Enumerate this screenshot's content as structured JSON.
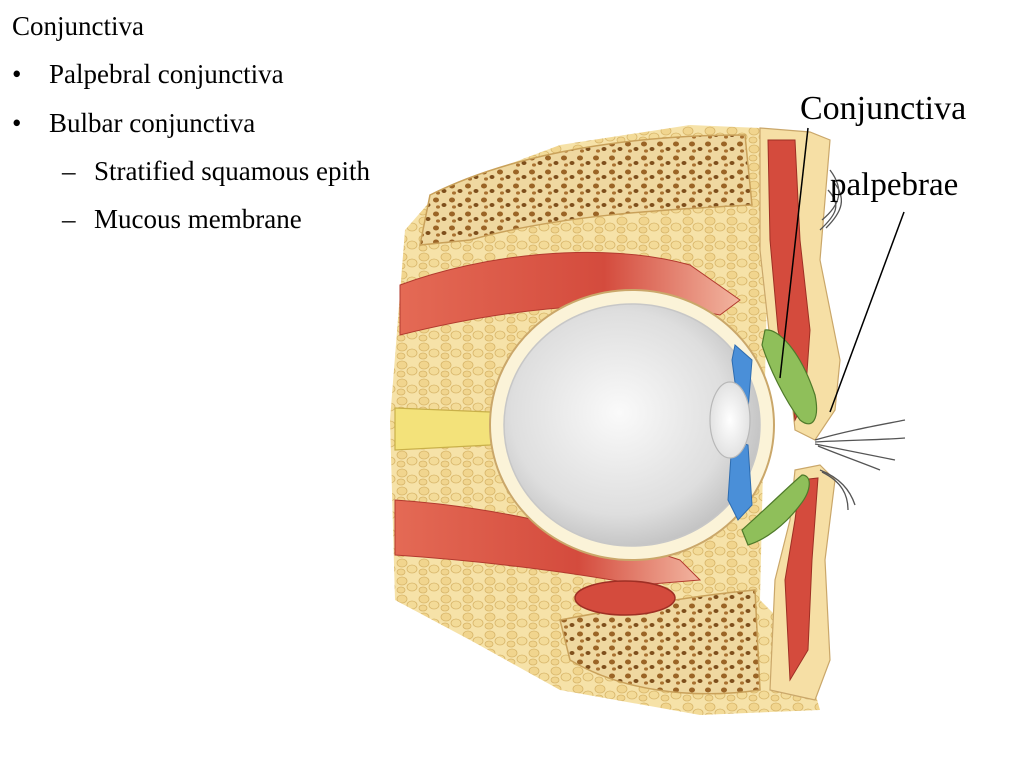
{
  "heading": "Conjunctiva",
  "bullets": [
    "Palpebral conjunctiva",
    "Bulbar conjunctiva"
  ],
  "sub_bullets": [
    "Stratified squamous epith",
    "Mucous membrane"
  ],
  "bullet_marker": "•",
  "sub_bullet_marker": "–",
  "figure": {
    "label_1": "Conjunctiva",
    "label_2": "palpebrae"
  },
  "colors": {
    "fat": "#f3dc9e",
    "bone": "#b07a3a",
    "muscle": "#d8584a",
    "gland": "#8fbf5a",
    "eyeball": "#e9e9e9",
    "iris": "#4a8fd8"
  }
}
